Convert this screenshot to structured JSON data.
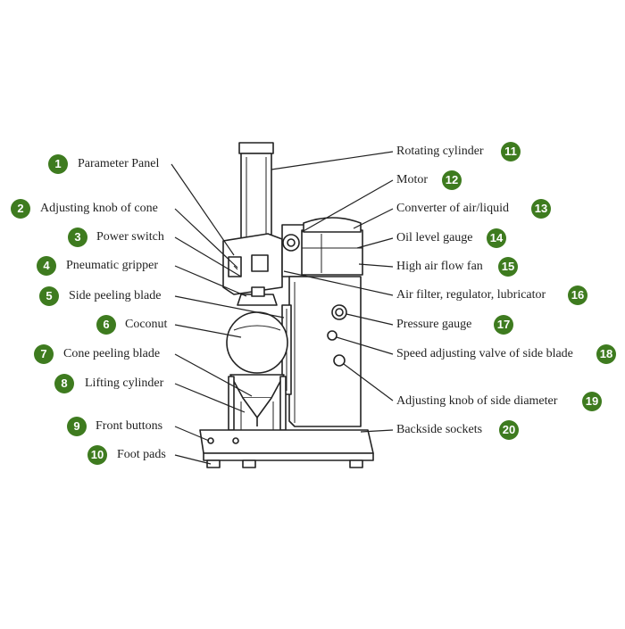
{
  "diagram": {
    "badge_color": "#3e7b1f",
    "parts": [
      {
        "num": "1",
        "name": "Parameter Panel"
      },
      {
        "num": "2",
        "name": "Adjusting knob of cone"
      },
      {
        "num": "3",
        "name": "Power switch"
      },
      {
        "num": "4",
        "name": "Pneumatic gripper"
      },
      {
        "num": "5",
        "name": "Side peeling blade"
      },
      {
        "num": "6",
        "name": "Coconut"
      },
      {
        "num": "7",
        "name": "Cone peeling blade"
      },
      {
        "num": "8",
        "name": "Lifting cylinder"
      },
      {
        "num": "9",
        "name": "Front buttons"
      },
      {
        "num": "10",
        "name": "Foot pads"
      },
      {
        "num": "11",
        "name": "Rotating cylinder"
      },
      {
        "num": "12",
        "name": "Motor"
      },
      {
        "num": "13",
        "name": "Converter of air/liquid"
      },
      {
        "num": "14",
        "name": "Oil level gauge"
      },
      {
        "num": "15",
        "name": "High air flow fan"
      },
      {
        "num": "16",
        "name": "Air filter, regulator, lubricator"
      },
      {
        "num": "17",
        "name": "Pressure gauge"
      },
      {
        "num": "18",
        "name": "Speed adjusting valve of side blade"
      },
      {
        "num": "19",
        "name": "Adjusting knob of side diameter"
      },
      {
        "num": "20",
        "name": "Backside sockets"
      }
    ]
  }
}
